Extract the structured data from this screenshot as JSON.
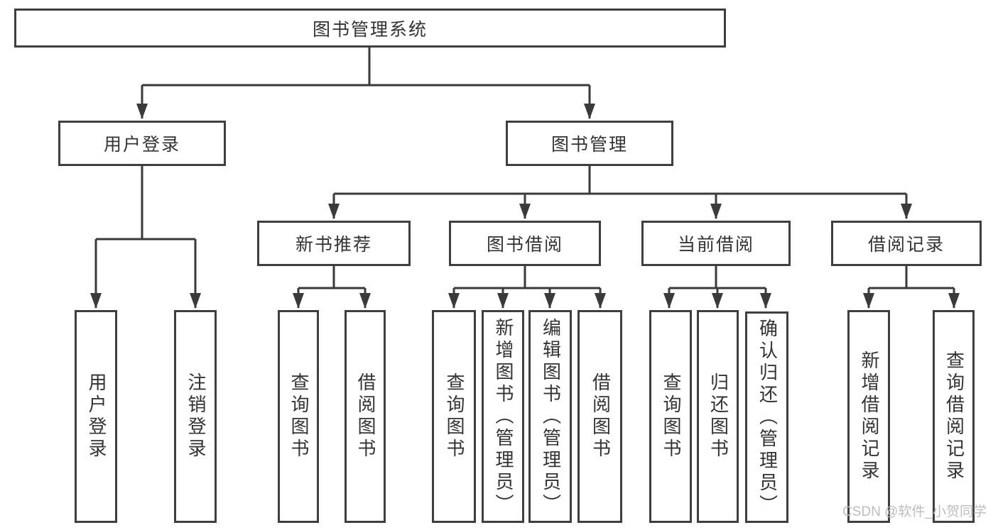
{
  "diagram_type": "hierarchy-tree",
  "colors": {
    "line": "#3a3a3a",
    "border": "#3f3f3f",
    "text": "#333333",
    "watermark": "#bdbdbd",
    "bg": "#ffffff"
  },
  "tree": {
    "label": "图书管理系统",
    "children": [
      {
        "label": "用户登录",
        "children": [
          {
            "label": "用户登录"
          },
          {
            "label": "注销登录"
          }
        ]
      },
      {
        "label": "图书管理",
        "children": [
          {
            "label": "新书推荐",
            "children": [
              {
                "label": "查询图书"
              },
              {
                "label": "借阅图书"
              }
            ]
          },
          {
            "label": "图书借阅",
            "children": [
              {
                "label": "查询图书"
              },
              {
                "label": "新增图书（管理员）"
              },
              {
                "label": "编辑图书（管理员）"
              },
              {
                "label": "借阅图书"
              }
            ]
          },
          {
            "label": "当前借阅",
            "children": [
              {
                "label": "查询图书"
              },
              {
                "label": "归还图书"
              },
              {
                "label": "确认归还（管理员）"
              }
            ]
          },
          {
            "label": "借阅记录",
            "children": [
              {
                "label": "新增借阅记录"
              },
              {
                "label": "查询借阅记录"
              }
            ]
          }
        ]
      }
    ]
  },
  "watermark": {
    "text": "CSDN @软件_小贺同学"
  }
}
